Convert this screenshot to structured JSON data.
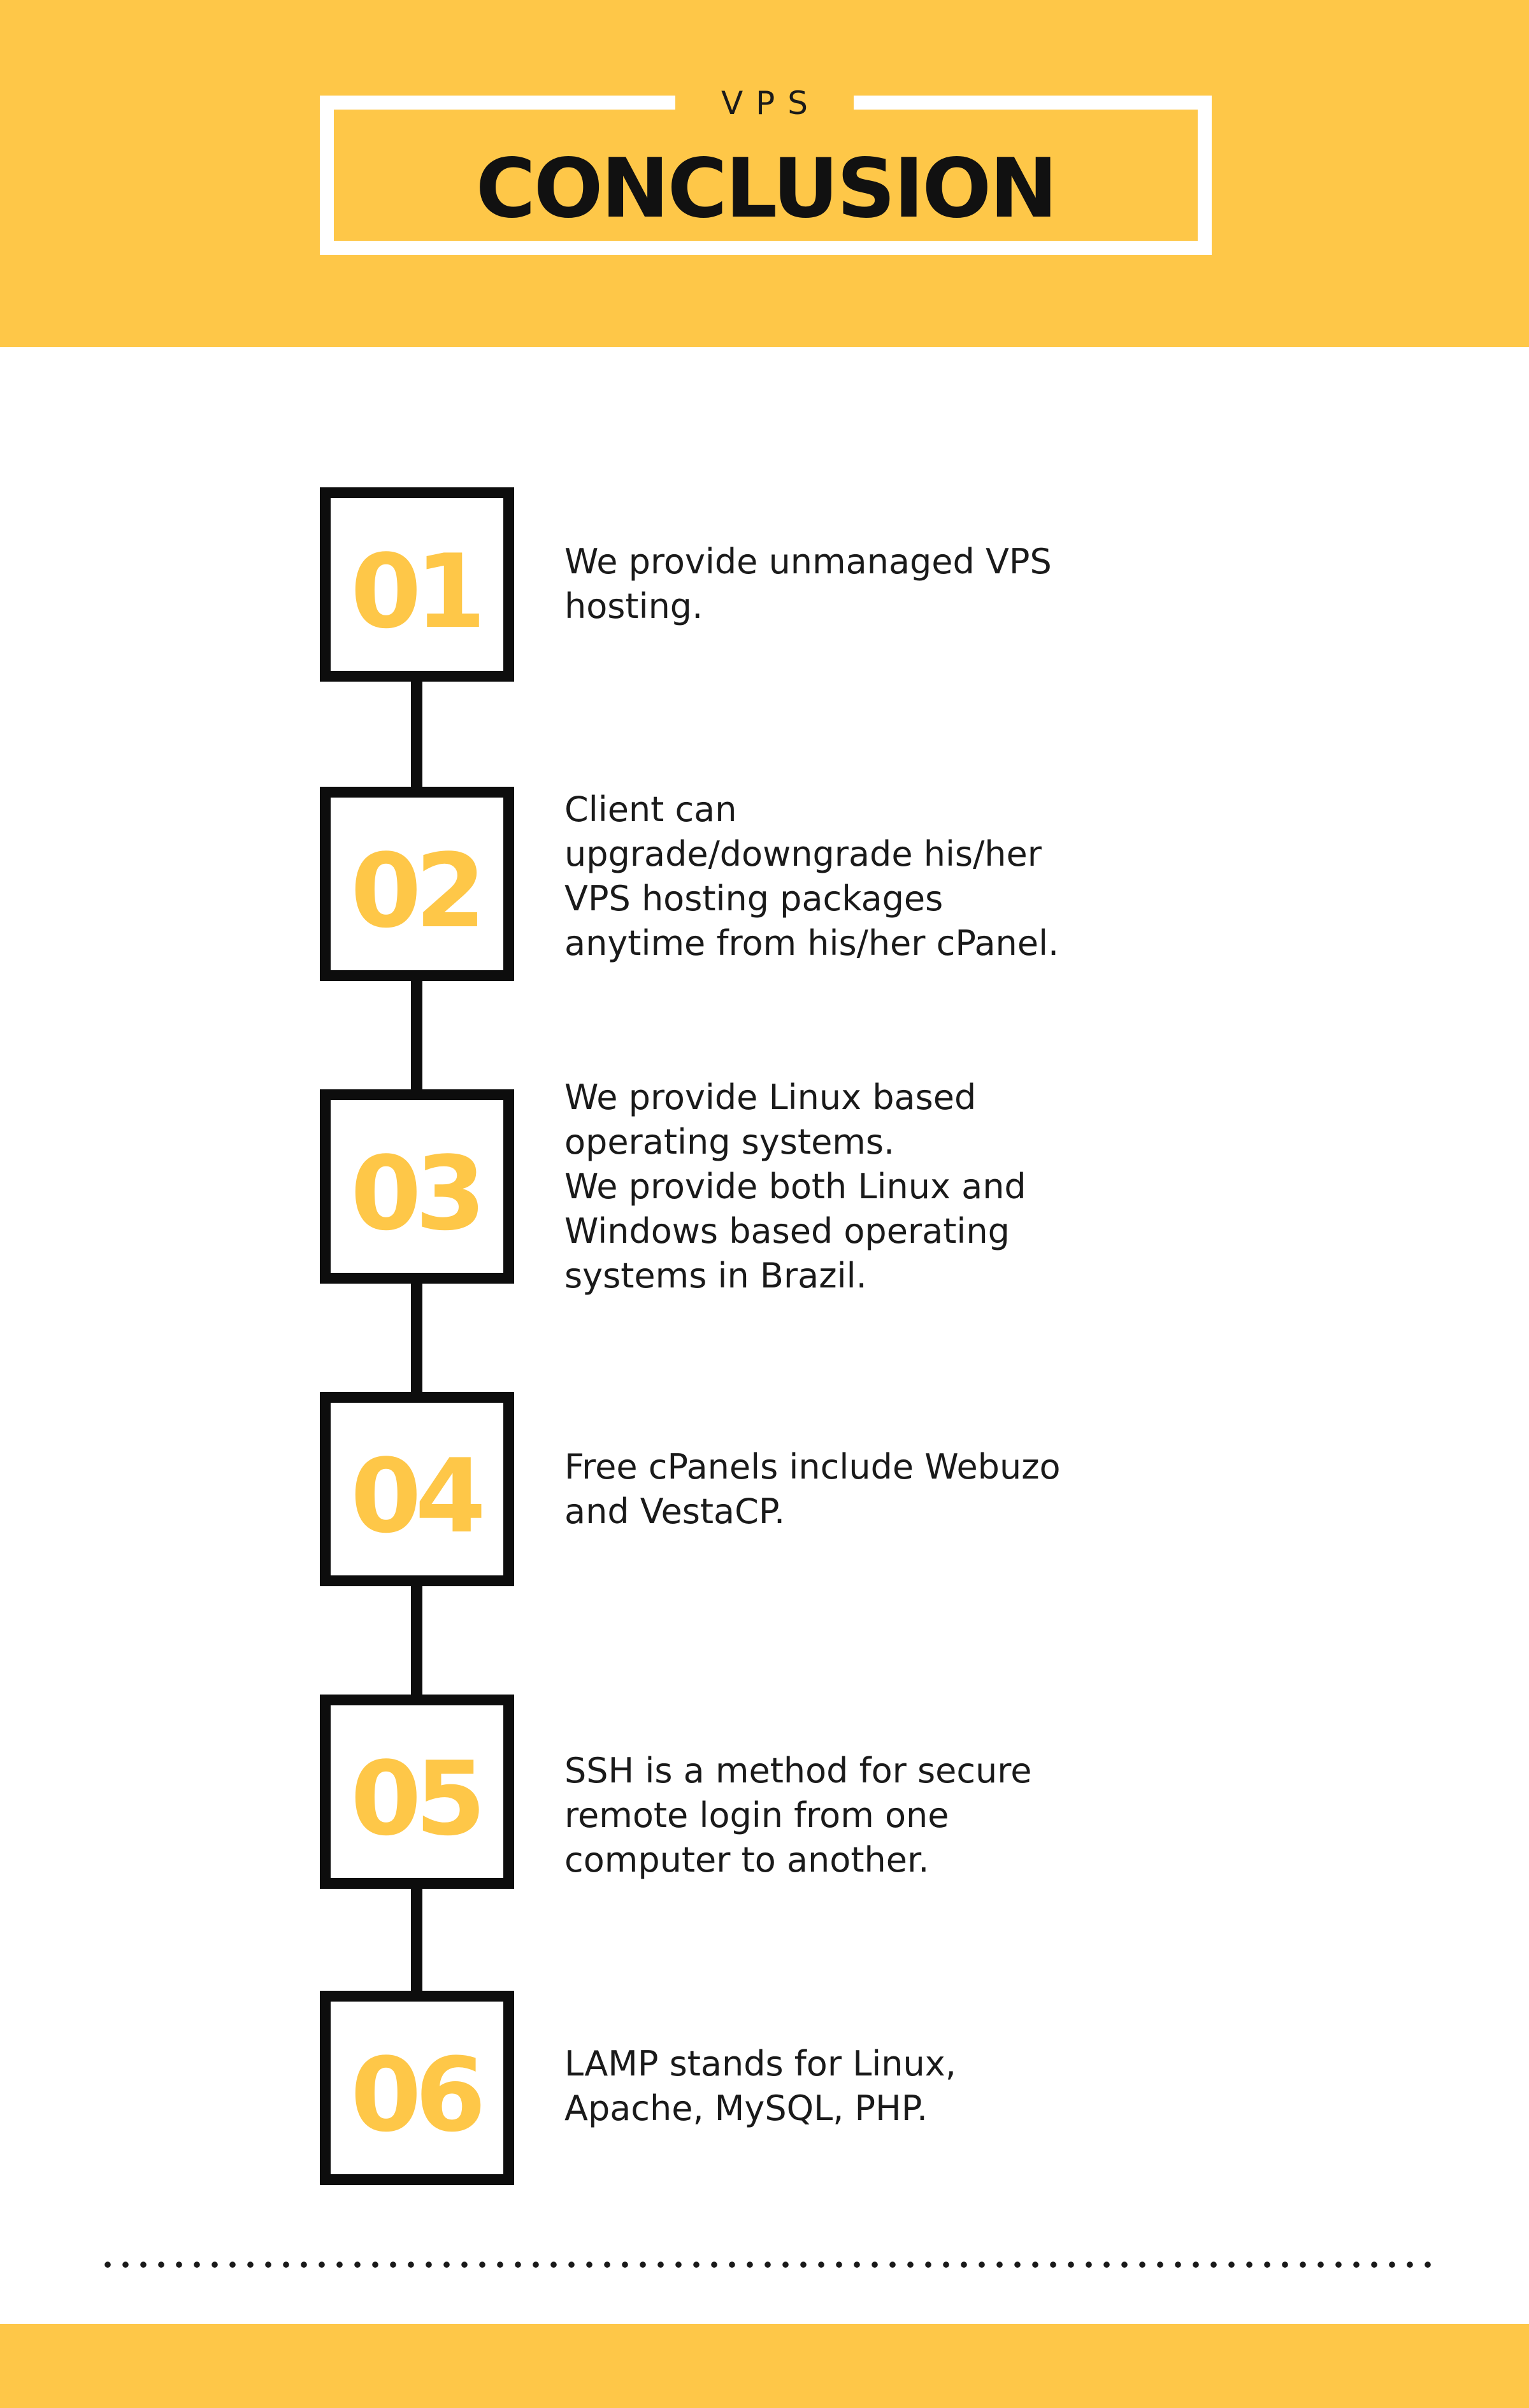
{
  "header": {
    "subtitle": "VPS",
    "title": "CONCLUSION"
  },
  "colors": {
    "accent": "#FEC748",
    "ink": "#0d0d0d",
    "background": "#ffffff"
  },
  "steps": [
    {
      "number": "01",
      "text": "We provide unmanaged VPS\nhosting."
    },
    {
      "number": "02",
      "text": "Client can\nupgrade/downgrade his/her\nVPS hosting packages\nanytime from his/her cPanel."
    },
    {
      "number": "03",
      "text": "We provide Linux based\noperating systems.\nWe provide both Linux and\nWindows based operating\nsystems in Brazil."
    },
    {
      "number": "04",
      "text": "Free cPanels include Webuzo\nand VestaCP."
    },
    {
      "number": "05",
      "text": "SSH is a method for secure\nremote login from one\ncomputer to another."
    },
    {
      "number": "06",
      "text": "LAMP stands for Linux,\nApache, MySQL, PHP."
    }
  ]
}
